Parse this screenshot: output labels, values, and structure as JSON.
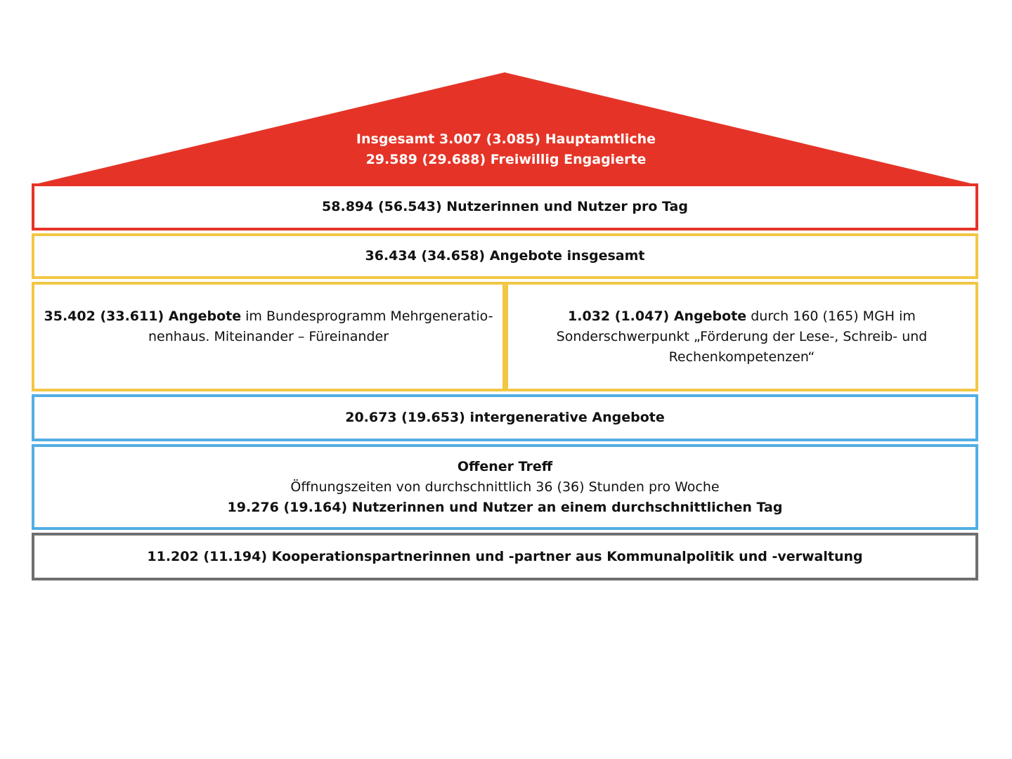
{
  "colors": {
    "red": "#e53427",
    "yellow": "#f2c744",
    "blue": "#53aee3",
    "grey": "#6f6f6f"
  },
  "roof": {
    "line1": "Insgesamt 3.007 (3.085) Hauptamtliche",
    "line2": "29.589 (29.688) Freiwillig Engagierte"
  },
  "users_per_day": "58.894 (56.543) Nutzerinnen und Nutzer pro Tag",
  "offers_total": "36.434 (34.658) Angebote insgesamt",
  "left_offer": {
    "bold": "35.402 (33.611) Angebote",
    "line1_rest": " im Bundesprogramm Mehrgeneratio-",
    "line2": "nenhaus. Miteinander – Füreinander"
  },
  "right_offer": {
    "bold": "1.032 (1.047) Angebote",
    "line1_rest": " durch 160 (165) MGH im",
    "line2": "Sonderschwerpunkt „Förderung der Lese-, Schreib- und",
    "line3": "Rechenkompetenzen“"
  },
  "intergenerational": "20.673 (19.653) intergenerative Angebote",
  "open_meeting": {
    "title": "Offener Treff",
    "hours": "Öffnungszeiten von durchschnittlich 36 (36) Stunden pro Woche",
    "users": "19.276 (19.164) Nutzerinnen und Nutzer an einem durchschnittlichen Tag"
  },
  "cooperation": "11.202 (11.194) Kooperationspartnerinnen und -partner aus Kommunalpolitik und -verwaltung"
}
